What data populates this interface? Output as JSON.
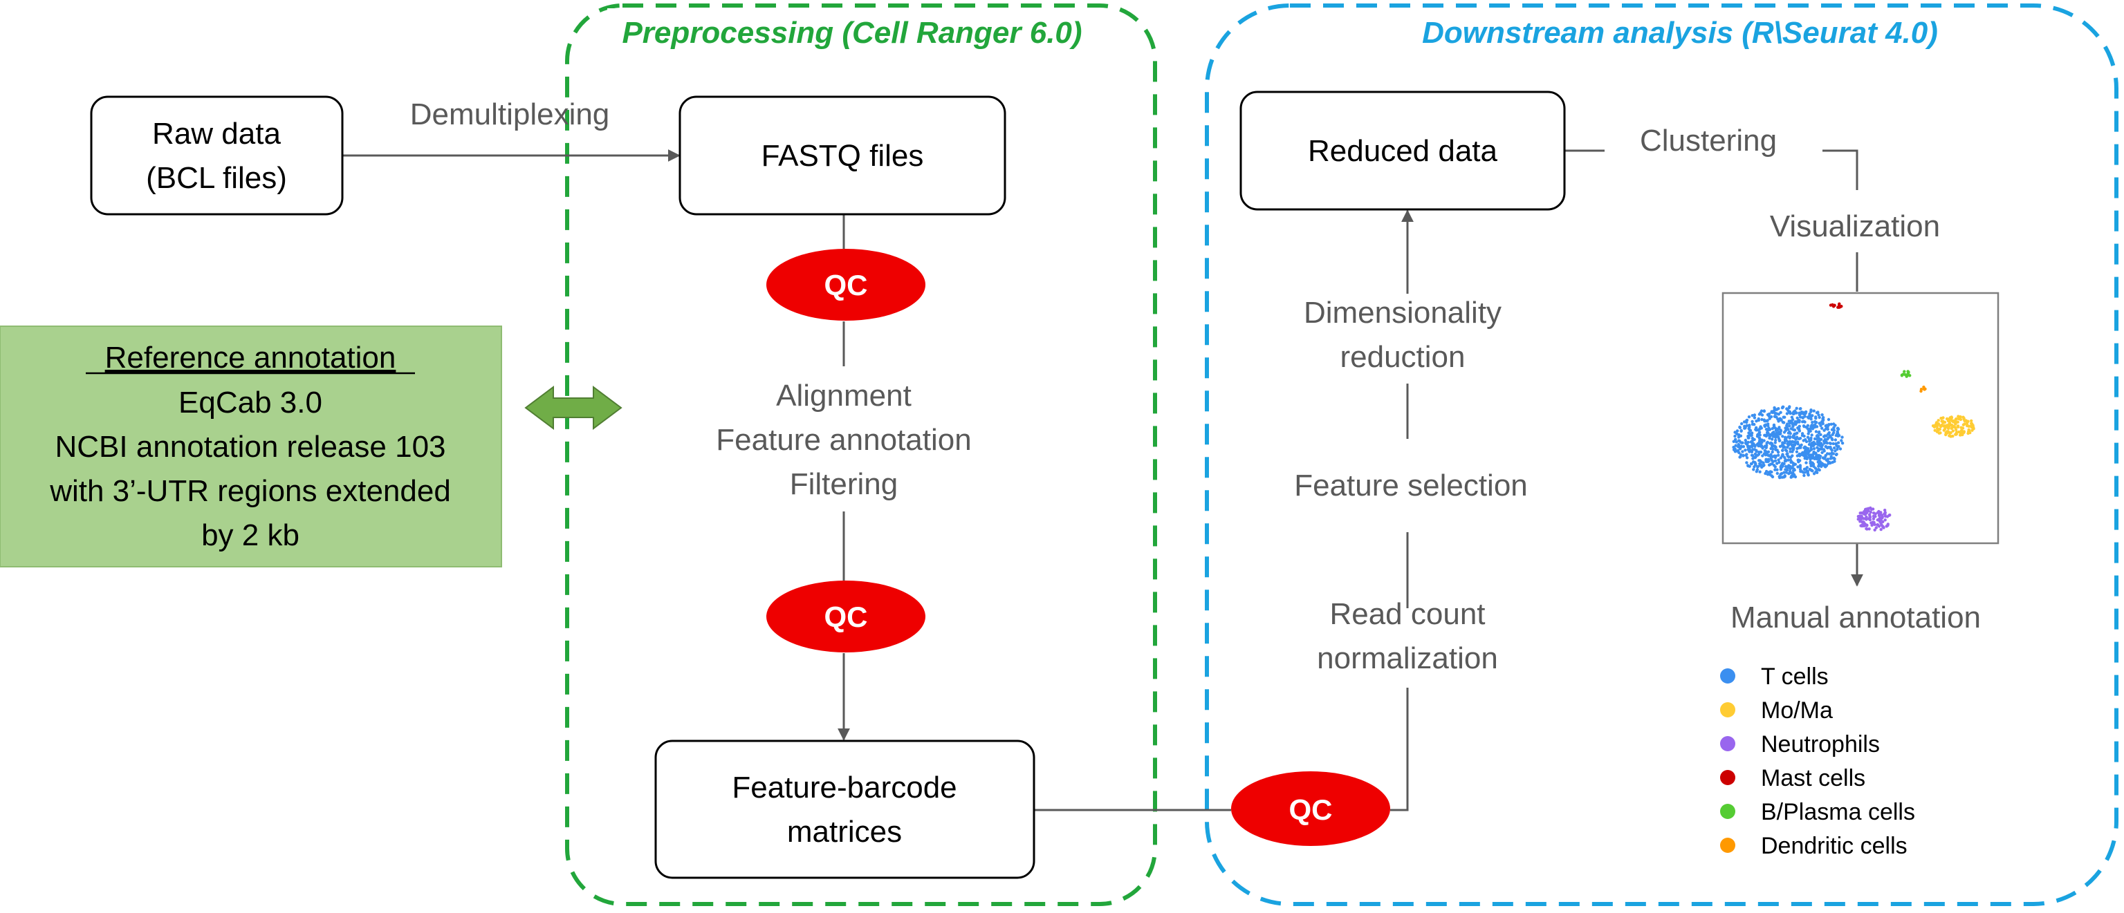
{
  "sections": {
    "preprocessing": {
      "title": "Preprocessing (Cell Ranger 6.0)",
      "color": "#22a63b"
    },
    "downstream": {
      "title": "Downstream analysis (R\\Seurat 4.0)",
      "color": "#1aa3e0"
    }
  },
  "boxes": {
    "raw_data": [
      "Raw data",
      "(BCL files)"
    ],
    "fastq": [
      "FASTQ files"
    ],
    "feature_barcode": [
      "Feature-barcode",
      "matrices"
    ],
    "reduced_data": [
      "Reduced data"
    ]
  },
  "reference": {
    "title": "Reference annotation",
    "lines": [
      "EqCab 3.0",
      "NCBI annotation release 103",
      "with 3’-UTR regions extended",
      "by 2 kb"
    ],
    "fill": "#a9d18e"
  },
  "qc_label": "QC",
  "qc_color": "#ee0000",
  "steps": {
    "demultiplexing": "Demultiplexing",
    "alignment": [
      "Alignment",
      "Feature annotation",
      "Filtering"
    ],
    "read_count": [
      "Read count",
      "normalization"
    ],
    "feature_selection": "Feature selection",
    "dim_reduction": [
      "Dimensionality",
      "reduction"
    ],
    "clustering": "Clustering",
    "visualization": "Visualization",
    "manual_annotation": "Manual annotation"
  },
  "legend": [
    {
      "label": "T cells",
      "color": "#3b8ff0"
    },
    {
      "label": "Mo/Ma",
      "color": "#ffcc33"
    },
    {
      "label": "Neutrophils",
      "color": "#9966ee"
    },
    {
      "label": "Mast cells",
      "color": "#cc0000"
    },
    {
      "label": "B/Plasma cells",
      "color": "#55cc33"
    },
    {
      "label": "Dendritic cells",
      "color": "#ff9900"
    }
  ]
}
